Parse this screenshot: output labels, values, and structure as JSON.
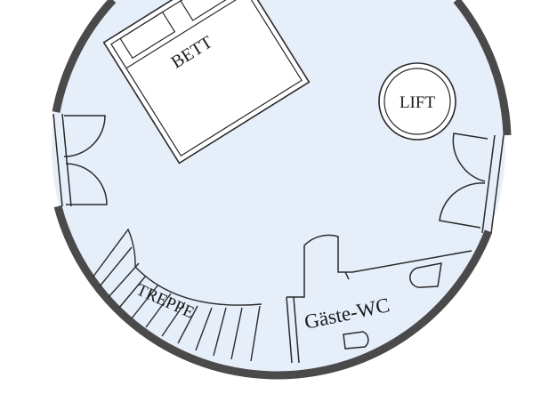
{
  "labels": {
    "bed": "BETT",
    "lift": "LIFT",
    "stairs": "TREPPE",
    "guest_wc": "Gäste-WC"
  },
  "colors": {
    "floor": "#e6eefa",
    "wall": "#4a4a4a",
    "line": "#2a2a2a",
    "background": "#ffffff",
    "bed": "#ffffff"
  }
}
